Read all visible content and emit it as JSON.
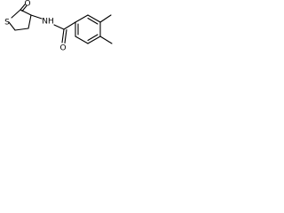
{
  "structure": {
    "atoms": {
      "sulfur": "S",
      "carbonyl_oxygen_ring": "O",
      "amide_nitrogen": "NH",
      "carbonyl_oxygen_amide": "O"
    },
    "colors": {
      "bond": "#000000",
      "label": "#000000",
      "background": "#ffffff"
    }
  }
}
